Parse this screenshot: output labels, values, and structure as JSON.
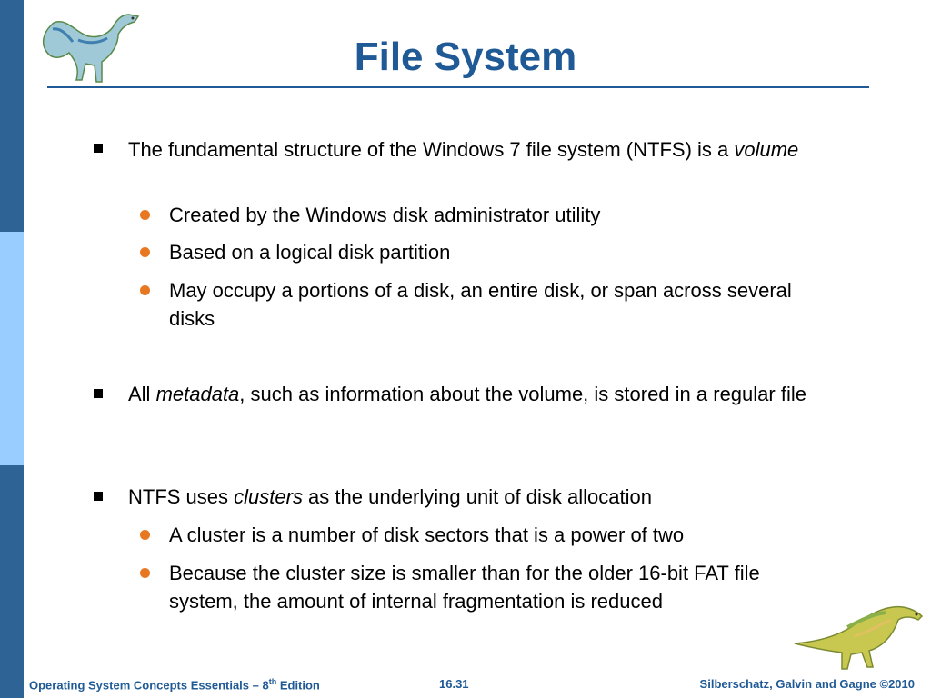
{
  "title": "File System",
  "bullets": [
    {
      "pre": "The fundamental structure of the Windows 7 file system (NTFS) is a ",
      "em": "volume",
      "post": "",
      "subs": [
        "Created by the Windows disk administrator utility",
        "Based on a logical disk partition",
        "May occupy a portions of a disk, an entire disk, or span across several disks"
      ]
    },
    {
      "pre": "All ",
      "em": "metadata",
      "post": ", such as information about the volume, is stored in a regular file",
      "subs": []
    },
    {
      "pre": "NTFS uses ",
      "em": "clusters",
      "post": " as the underlying unit of disk allocation",
      "subs": [
        "A cluster is a number of disk sectors that is a power of two",
        "Because the cluster size is smaller than for the older 16-bit FAT file system, the amount of internal fragmentation is reduced"
      ]
    }
  ],
  "footer": {
    "left_prefix": "Operating System Concepts Essentials – 8",
    "left_sup": "th",
    "left_suffix": " Edition",
    "center": "16.31",
    "right": "Silberschatz, Galvin and Gagne ©2010"
  },
  "colors": {
    "title": "#1f5a96",
    "bullet_sub": "#e87722",
    "sidebar_dark": "#2e6395",
    "sidebar_light": "#99ccff"
  },
  "icons": {
    "top_left": "dinosaur-icon",
    "bottom_right": "dinosaur-icon"
  }
}
